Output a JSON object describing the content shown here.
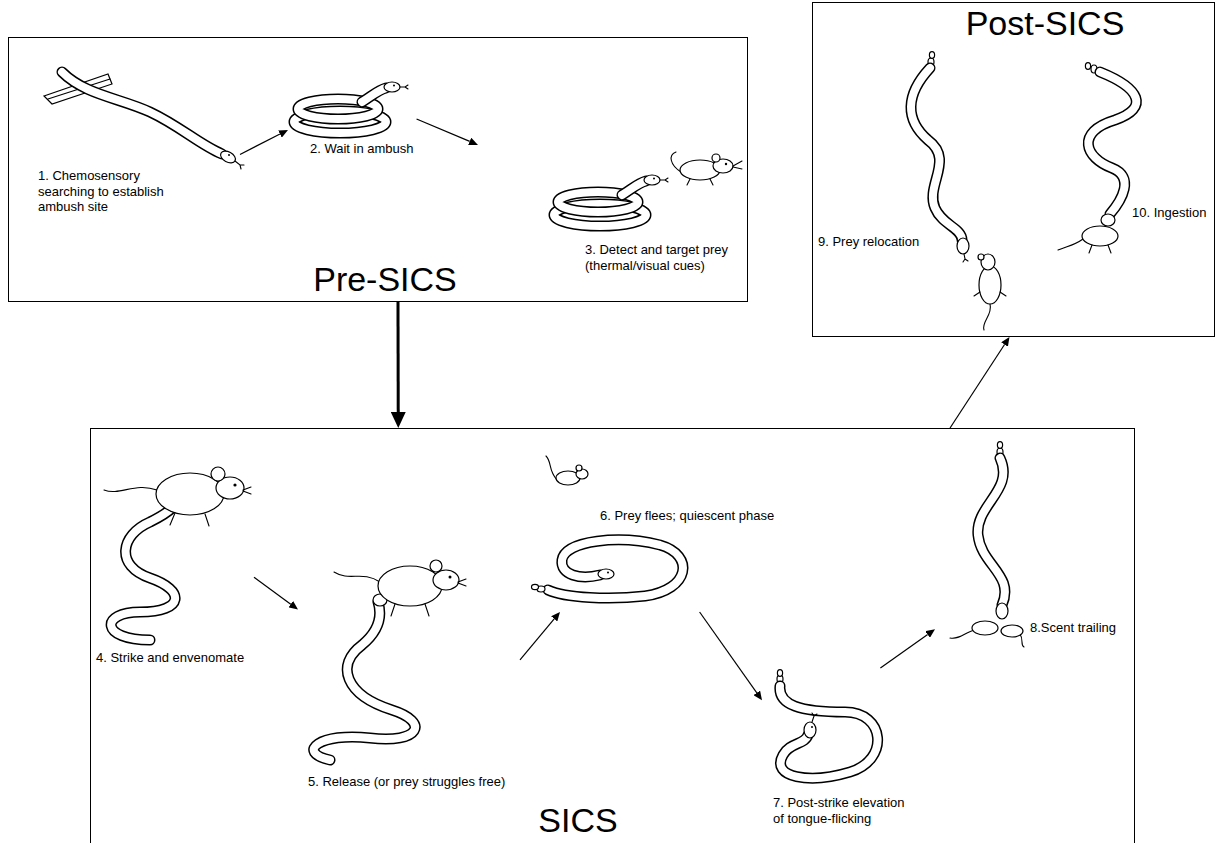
{
  "diagram": {
    "nodes": [
      {
        "text": [
          "Pre-SICS"
        ]
      },
      {
        "text": [
          "1. Chemosensory searching to establish ambush site"
        ],
        "in": 0
      },
      {
        "text": [
          "2. Wait in ambush"
        ],
        "in": 0
      },
      {
        "text": [
          "3. Detect and target prey (thermal/visual cues)"
        ],
        "in": 0
      },
      {
        "text": [
          "Post-SICS"
        ]
      },
      {
        "text": [
          "9. Prey relocation"
        ],
        "in": 4
      },
      {
        "text": [
          "10. Ingestion"
        ],
        "in": 4
      },
      {
        "text": [
          "SICS"
        ]
      },
      {
        "text": [
          "4. Strike and envenomate"
        ],
        "in": 7
      },
      {
        "text": [
          "5. Release (or prey struggles free)"
        ],
        "in": 7
      },
      {
        "text": [
          "6. Prey flees; quiescent phase"
        ],
        "in": 7
      },
      {
        "text": [
          "7. Post-strike elevation of tongue-flicking"
        ],
        "in": 7
      },
      {
        "text": [
          "8.Scent trailing"
        ],
        "in": 7
      }
    ],
    "edges": [
      {
        "from": 1,
        "to": 2,
        "arrow": "to"
      },
      {
        "from": 2,
        "to": 3,
        "arrow": "to"
      },
      {
        "from": 0,
        "to": 7,
        "arrow": "to"
      },
      {
        "from": 8,
        "to": 9,
        "arrow": "to"
      },
      {
        "from": 9,
        "to": 10,
        "arrow": "to"
      },
      {
        "from": 10,
        "to": 11,
        "arrow": "to"
      },
      {
        "from": 11,
        "to": 12,
        "arrow": "to"
      },
      {
        "from": 7,
        "to": 4,
        "arrow": "to"
      }
    ]
  }
}
